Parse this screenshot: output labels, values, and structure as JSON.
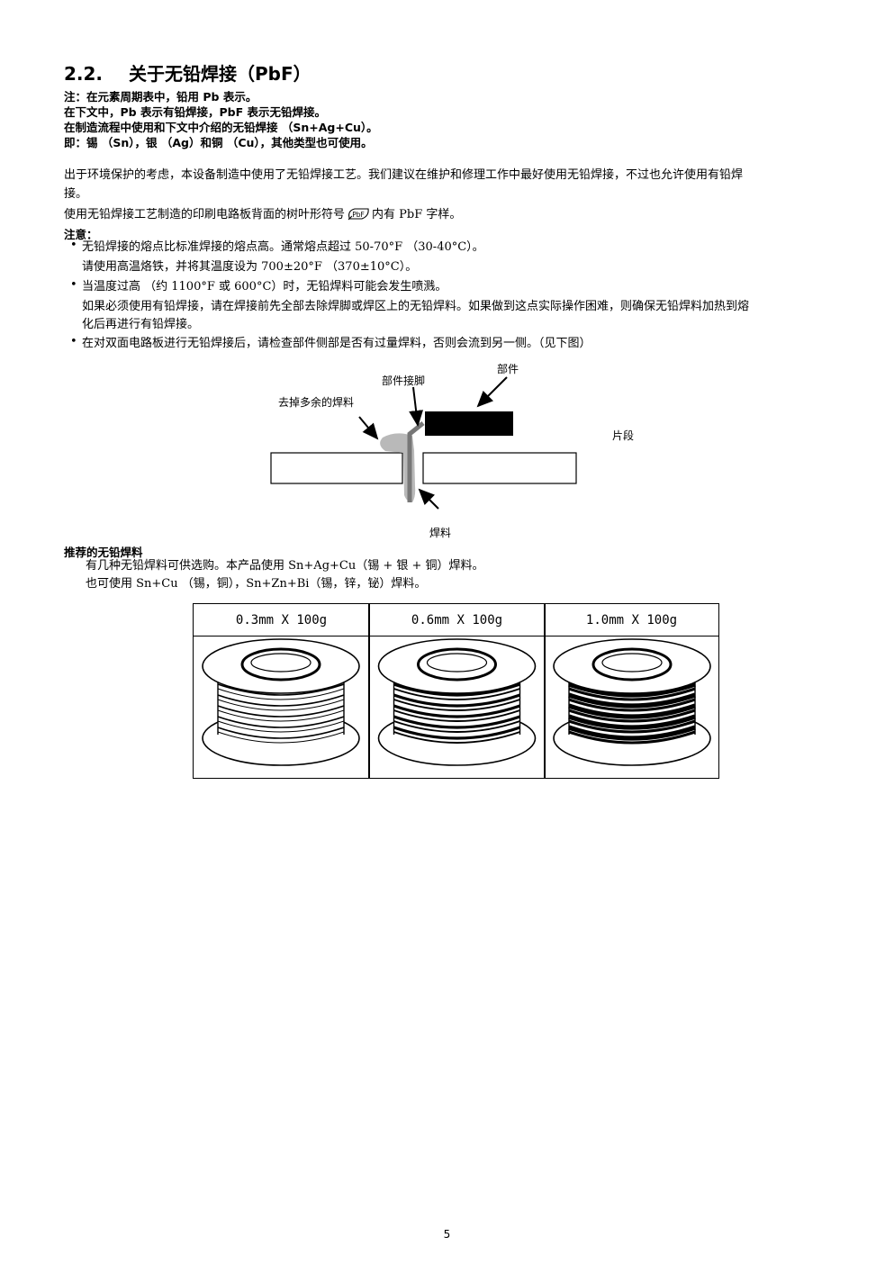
{
  "section": {
    "number": "2.2.",
    "title": "关于无铅焊接（PbF）"
  },
  "notes": [
    "注：在元素周期表中，铅用 Pb 表示。",
    "在下文中，Pb 表示有铅焊接，PbF 表示无铅焊接。",
    "在制造流程中使用和下文中介绍的无铅焊接 （Sn+Ag+Cu）。",
    "即：锡 （Sn），银 （Ag）和铜 （Cu），其他类型也可使用。"
  ],
  "intro": {
    "line1": "出于环境保护的考虑，本设备制造中使用了无铅焊接工艺。我们建议在维护和修理工作中最好使用无铅焊接，不过也允许使用有铅焊",
    "line2": "接。",
    "mark_before": "使用无铅焊接工艺制造的印刷电路板背面的树叶形符号",
    "mark_label": "PbF",
    "mark_after": "内有 PbF 字样。"
  },
  "caution": {
    "heading": "注意：",
    "b1_l1": "无铅焊接的熔点比标准焊接的熔点高。通常熔点超过 50-70°F （30-40°C）。",
    "b1_l2": "请使用高温烙铁，并将其温度设为 700±20°F （370±10°C）。",
    "b2_l1": "当温度过高 （约 1100°F 或 600°C）时，无铅焊料可能会发生喷溅。",
    "b2_l2": "如果必须使用有铅焊接，请在焊接前先全部去除焊脚或焊区上的无铅焊料。如果做到这点实际操作困难，则确保无铅焊料加热到熔",
    "b2_l3": "化后再进行有铅焊接。",
    "b3_l1": "在对双面电路板进行无铅焊接后，请检查部件侧部是否有过量焊料，否则会流到另一侧。（见下图）"
  },
  "diagram": {
    "component": "部件",
    "lead": "部件接脚",
    "remove": "去掉多余的焊料",
    "segment": "片段",
    "solder": "焊料"
  },
  "recommended": {
    "heading": "推荐的无铅焊料",
    "line1": "有几种无铅焊料可供选购。本产品使用 Sn+Ag+Cu（锡 + 银 + 铜）焊料。",
    "line2": "也可使用 Sn+Cu （锡，铜），Sn+Zn+Bi（锡，锌，铋）焊料。"
  },
  "spools": [
    {
      "label": "0.3mm X 100g",
      "thickness": "0.3mm"
    },
    {
      "label": "0.6mm X 100g",
      "thickness": "0.6mm"
    },
    {
      "label": "1.0mm X 100g",
      "thickness": "1.0mm"
    }
  ],
  "page_number": "5"
}
